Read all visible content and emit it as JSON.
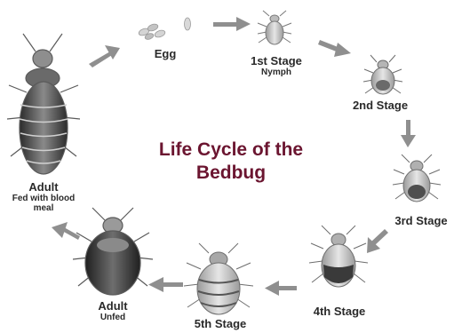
{
  "title": "Life Cycle of the Bedbug",
  "stages": [
    {
      "label": "Egg",
      "sub": ""
    },
    {
      "label": "1st Stage",
      "sub": "Nymph"
    },
    {
      "label": "2nd Stage",
      "sub": ""
    },
    {
      "label": "3rd Stage",
      "sub": ""
    },
    {
      "label": "4th Stage",
      "sub": ""
    },
    {
      "label": "5th Stage",
      "sub": ""
    },
    {
      "label": "Adult",
      "sub": "Unfed"
    },
    {
      "label": "Adult",
      "sub": "Fed with blood meal"
    }
  ],
  "colors": {
    "title": "#6b1530",
    "arrow": "#8f8f8f",
    "bug_dark": "#2f2f2f",
    "bug_mid": "#7a7a7a",
    "bug_light": "#c9c9c9",
    "egg": "#d4d4d4"
  }
}
